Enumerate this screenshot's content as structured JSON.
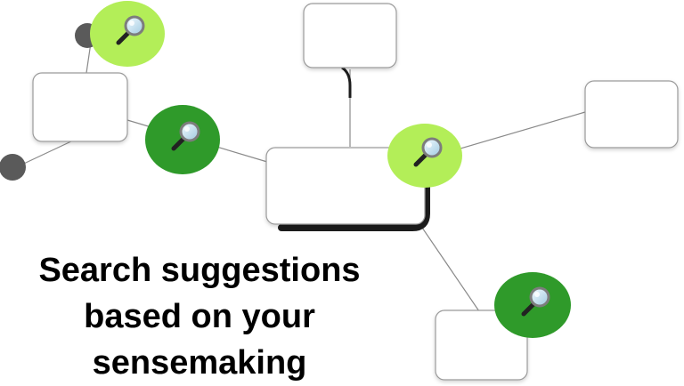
{
  "caption": {
    "lines": [
      "Search suggestions",
      "based on your",
      "sensemaking"
    ]
  },
  "colors": {
    "background": "#ffffff",
    "node_fill": "#ffffff",
    "node_stroke": "#9a9a9a",
    "edge": "#8a8a8a",
    "strong_edge": "#1c1c1c",
    "dot": "#5a5a5a",
    "suggestion_light": "#b3ee58",
    "suggestion_dark": "#2f9a2a",
    "caption_text": "#000000"
  },
  "icons": {
    "suggestion": "magnifying-glass-icon",
    "endpoint": "endpoint-dot"
  },
  "suggestions": [
    {
      "id": "top-left",
      "variant": "light"
    },
    {
      "id": "mid-left",
      "variant": "dark"
    },
    {
      "id": "center",
      "variant": "light"
    },
    {
      "id": "bottom-right",
      "variant": "dark"
    }
  ]
}
